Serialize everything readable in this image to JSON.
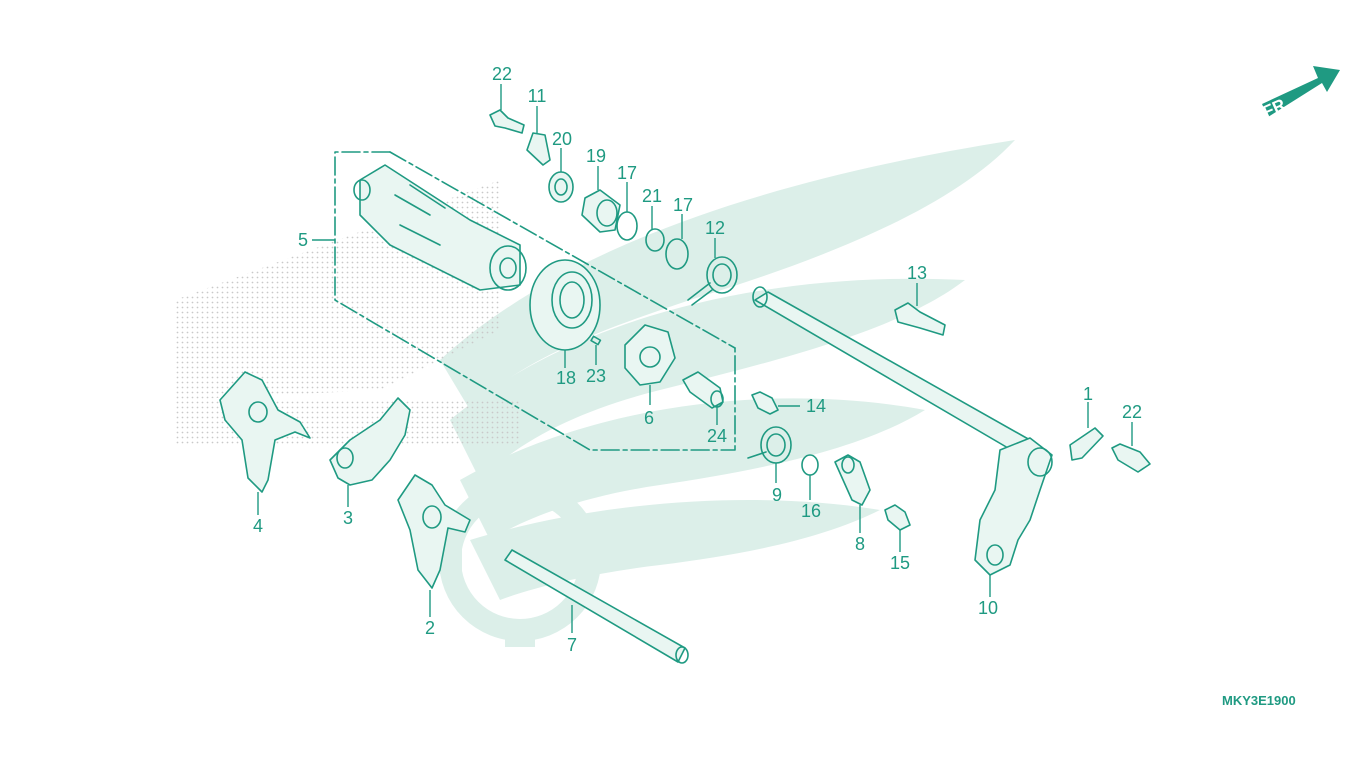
{
  "diagram": {
    "code": "MKY3E1900",
    "direction": "FR.",
    "colors": {
      "line": "#1f9a82",
      "fill": "#e9f6f2",
      "watermark": "#d9efe8",
      "dots": "#c9c9c9"
    },
    "parts": [
      {
        "id": "p1",
        "label": "1"
      },
      {
        "id": "p2",
        "label": "2"
      },
      {
        "id": "p3",
        "label": "3"
      },
      {
        "id": "p4",
        "label": "4"
      },
      {
        "id": "p5",
        "label": "5"
      },
      {
        "id": "p6",
        "label": "6"
      },
      {
        "id": "p7",
        "label": "7"
      },
      {
        "id": "p8",
        "label": "8"
      },
      {
        "id": "p9",
        "label": "9"
      },
      {
        "id": "p10",
        "label": "10"
      },
      {
        "id": "p11",
        "label": "11"
      },
      {
        "id": "p12",
        "label": "12"
      },
      {
        "id": "p13",
        "label": "13"
      },
      {
        "id": "p14",
        "label": "14"
      },
      {
        "id": "p15",
        "label": "15"
      },
      {
        "id": "p16",
        "label": "16"
      },
      {
        "id": "p17a",
        "label": "17"
      },
      {
        "id": "p17b",
        "label": "17"
      },
      {
        "id": "p18",
        "label": "18"
      },
      {
        "id": "p19",
        "label": "19"
      },
      {
        "id": "p20",
        "label": "20"
      },
      {
        "id": "p21",
        "label": "21"
      },
      {
        "id": "p22a",
        "label": "22"
      },
      {
        "id": "p22b",
        "label": "22"
      },
      {
        "id": "p23",
        "label": "23"
      },
      {
        "id": "p24",
        "label": "24"
      }
    ]
  }
}
